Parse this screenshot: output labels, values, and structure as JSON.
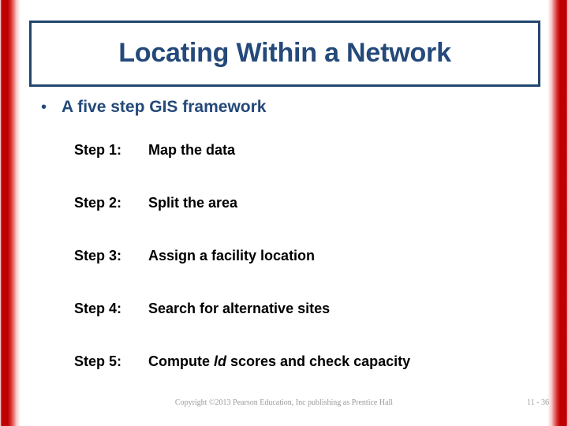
{
  "slide": {
    "title": "Locating Within a Network",
    "bullet": {
      "marker": "•",
      "label": "A five step GIS framework"
    },
    "steps": [
      {
        "label": "Step 1:",
        "text": "Map the data"
      },
      {
        "label": "Step 2:",
        "text": "Split the area"
      },
      {
        "label": "Step 3:",
        "text": "Assign a facility location"
      },
      {
        "label": "Step 4:",
        "text": "Search for alternative sites"
      },
      {
        "label": "Step 5:",
        "text_before": "Compute ",
        "text_italic": "ld",
        "text_after": " scores and check capacity"
      }
    ],
    "footer": {
      "copyright": "Copyright ©2013 Pearson Education, Inc  publishing as Prentice Hall",
      "page_number": "11 - 36"
    },
    "colors": {
      "title_text": "#24497a",
      "title_border": "#21466e",
      "bullet_text": "#24497a",
      "step_text": "#000000",
      "footer_text": "#9a9a9a",
      "side_band": "#c00000",
      "background": "#ffffff"
    }
  }
}
